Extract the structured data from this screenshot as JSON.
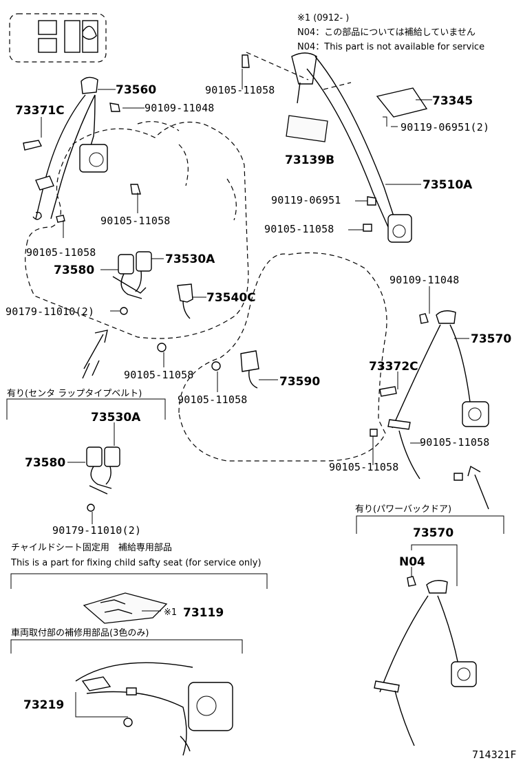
{
  "notes": {
    "availability_code": "※1 (0912-        )",
    "n04_jp": "N04：この部品については補給していません",
    "n04_en": "N04：This part is not available for service"
  },
  "sections": {
    "center_lap_belt": "有り(センタ ラップタイプベルト)",
    "power_back_door": "有り(パワーバックドア)",
    "child_seat_jp": "チャイルドシート固定用　補給専用部品",
    "child_seat_en": "This is a part for fixing child safty seat (for service only)",
    "body_repair_jp": "車両取付部の補修用部品(3色のみ)"
  },
  "part_numbers": {
    "p73560": "73560",
    "p73371c": "73371C",
    "p90109_11048_a": "90109-11048",
    "p90105_11058_a": "90105-11058",
    "p90105_11058_b": "90105-11058",
    "p73580_a": "73580",
    "p73530a_a": "73530A",
    "p90179_11010_a": "90179-11010(2)",
    "p73540c": "73540C",
    "p90105_11058_c": "90105-11058",
    "p90105_11058_d": "90105-11058",
    "p73590": "73590",
    "p90105_11058_top": "90105-11058",
    "p73345": "73345",
    "p90119_06951_2": "90119-06951(2)",
    "p73139b": "73139B",
    "p73510a": "73510A",
    "p90119_06951": "90119-06951",
    "p90105_11058_e": "90105-11058",
    "p90109_11048_b": "90109-11048",
    "p73570_a": "73570",
    "p73372c": "73372C",
    "p90105_11058_f": "90105-11058",
    "p90105_11058_g": "90105-11058",
    "p73530a_b": "73530A",
    "p73580_b": "73580",
    "p90179_11010_b": "90179-11010(2)",
    "p73570_b": "73570",
    "pN04": "N04",
    "p73119_mark": "※1",
    "p73119": "73119",
    "p73219": "73219"
  },
  "figure_id": "714321F"
}
